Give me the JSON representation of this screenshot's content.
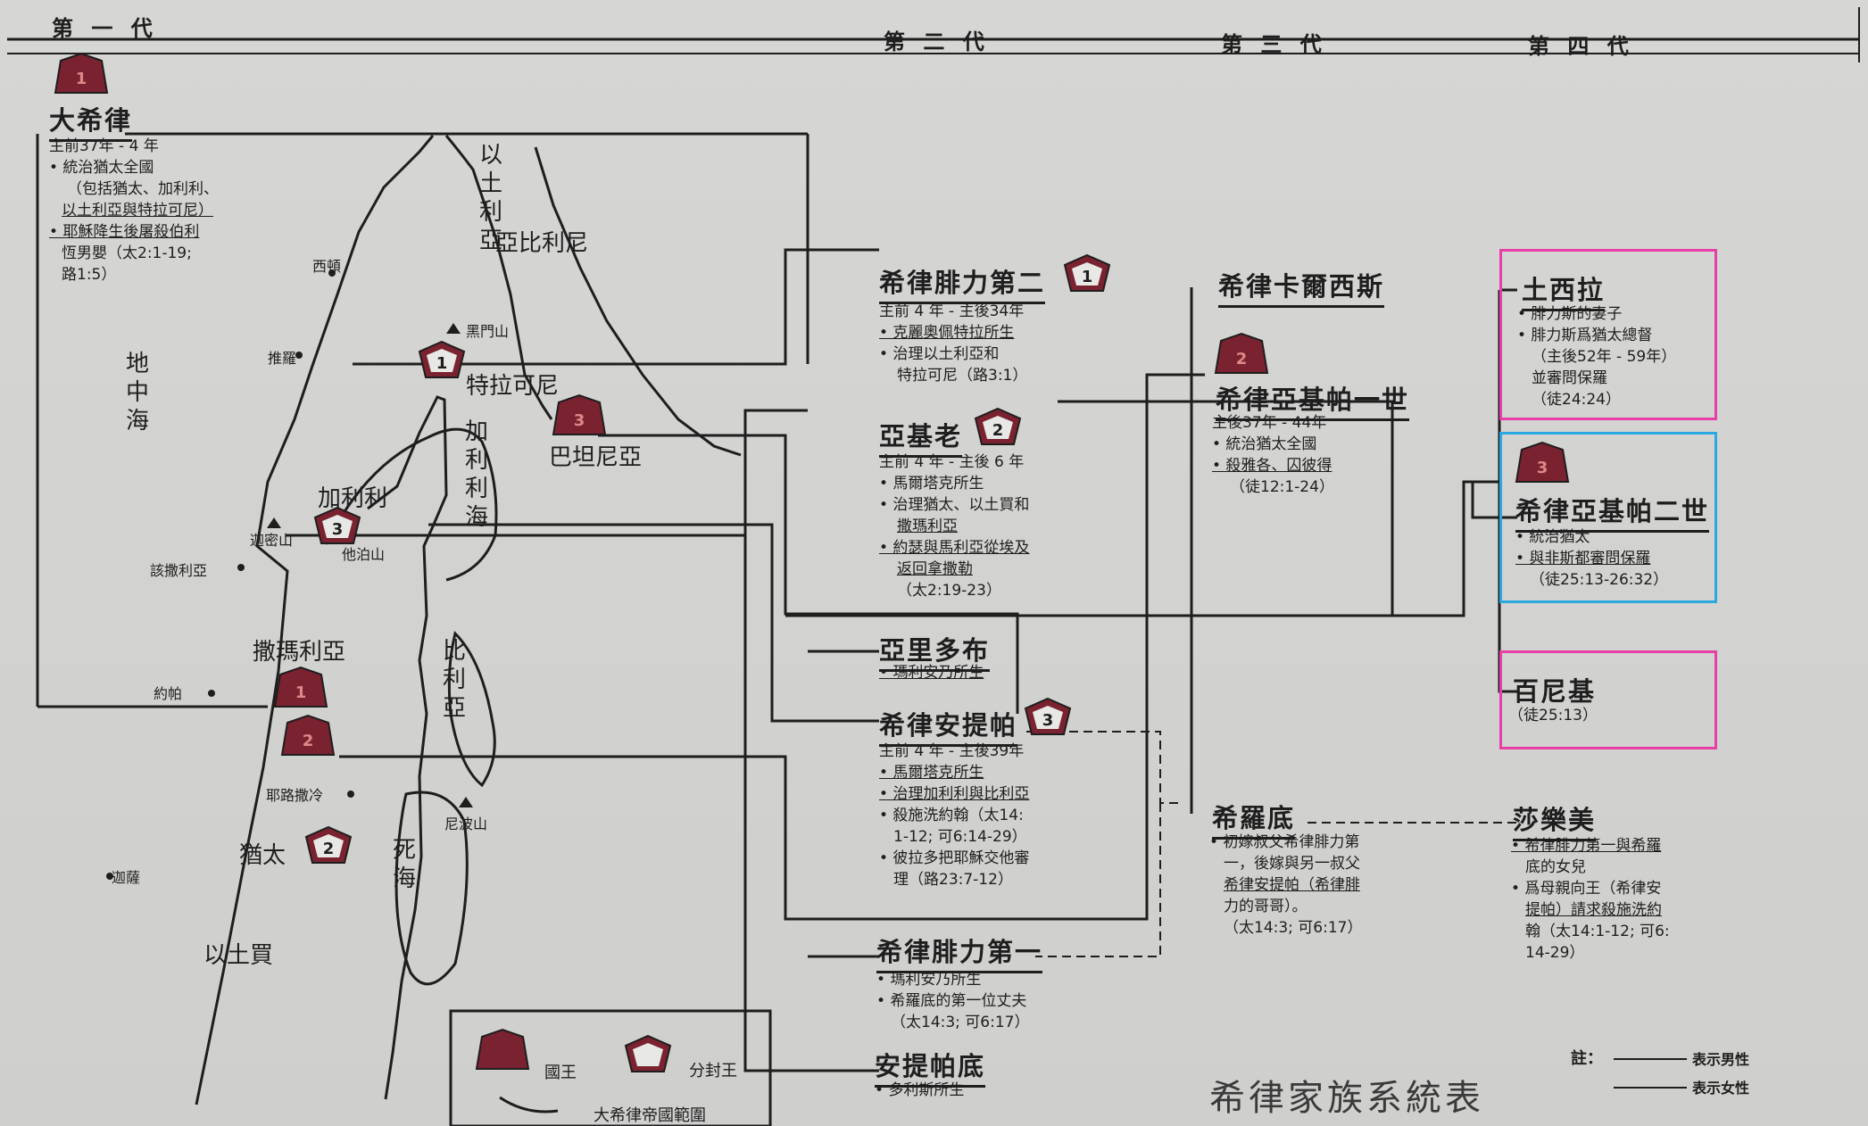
{
  "generations": [
    "第 一 代",
    "第 二 代",
    "第 三 代",
    "第 四 代"
  ],
  "colors": {
    "king": "#7a2230",
    "ink": "#1e1e1e",
    "pink": "#e83ea8",
    "blue": "#2aa8e0"
  },
  "gen1": {
    "badge": "1",
    "name": "大希律",
    "details": [
      "主前37年 - 4 年",
      "• 統治猶太全國",
      "（包括猶太、加利利、",
      "以土利亞與特拉可尼）",
      "• 耶穌降生後屠殺伯利",
      "恆男嬰（太2:1-19;",
      "路1:5）"
    ]
  },
  "gen2": [
    {
      "name": "希律腓力第二",
      "badge": "1",
      "details": [
        "主前 4 年 - 主後34年",
        "• 克麗奧佩特拉所生",
        "• 治理以土利亞和",
        "特拉可尼（路3:1）"
      ]
    },
    {
      "name": "亞基老",
      "badge": "2",
      "details": [
        "主前 4 年 - 主後 6 年",
        "• 馬爾塔克所生",
        "• 治理猶太、以土買和",
        "撒瑪利亞",
        "• 約瑟與馬利亞從埃及",
        "返回拿撒勒",
        "（太2:19-23）"
      ]
    },
    {
      "name": "亞里多布",
      "details": [
        "• 瑪利安乃所生"
      ]
    },
    {
      "name": "希律安提帕",
      "badge": "3",
      "details": [
        "主前 4 年 - 主後39年",
        "• 馬爾塔克所生",
        "• 治理加利利與比利亞",
        "• 殺施洗約翰（太14:",
        "1-12; 可6:14-29）",
        "• 彼拉多把耶穌交他審",
        "理（路23:7-12）"
      ]
    },
    {
      "name": "希律腓力第一",
      "details": [
        "• 瑪利安乃所生",
        "• 希羅底的第一位丈夫",
        "（太14:3; 可6:17）"
      ]
    },
    {
      "name": "安提帕底",
      "details": [
        "• 多利斯所生"
      ]
    }
  ],
  "gen3": [
    {
      "name": "希律卡爾西斯",
      "details": []
    },
    {
      "name": "希律亞基帕一世",
      "badge": "2",
      "details": [
        "主後37年 - 44年",
        "• 統治猶太全國",
        "• 殺雅各、囚彼得",
        "（徒12:1-24）"
      ]
    },
    {
      "name": "希羅底",
      "details": [
        "• 初嫁叔父希律腓力第",
        "一，後嫁與另一叔父",
        "希律安提帕（希律腓",
        "力的哥哥）。",
        "（太14:3; 可6:17）"
      ]
    }
  ],
  "gen4": [
    {
      "name": "土西拉",
      "details": [
        "• 腓力斯的妻子",
        "• 腓力斯爲猶太總督",
        "（主後52年 - 59年）",
        "並審問保羅",
        "（徒24:24）"
      ]
    },
    {
      "name": "希律亞基帕二世",
      "badge": "3",
      "details": [
        "• 統治猶太",
        "• 與非斯都審問保羅",
        "（徒25:13-26:32）"
      ]
    },
    {
      "name": "百尼基",
      "details": [
        "（徒25:13）"
      ]
    },
    {
      "name": "莎樂美",
      "details": [
        "• 希律腓力第一與希羅",
        "底的女兒",
        "• 爲母親向王（希律安",
        "提帕）請求殺施洗約",
        "翰（太14:1-12; 可6:",
        "14-29）"
      ]
    }
  ],
  "map": {
    "regions": [
      "以土利亞",
      "亞比利尼",
      "特拉可尼",
      "巴坦尼亞",
      "加利利",
      "加利利海",
      "撒瑪利亞",
      "比利亞",
      "猶太",
      "死海",
      "以土買",
      "地中海"
    ],
    "places": [
      "西頓",
      "黑門山",
      "推羅",
      "迦密山",
      "他泊山",
      "該撒利亞",
      "約帕",
      "耶路撒冷",
      "尼波山",
      "迦薩"
    ],
    "badges": [
      "1",
      "3",
      "3",
      "1",
      "2",
      "2"
    ]
  },
  "legend": {
    "king": "國王",
    "tetrarch": "分封王",
    "empire": "大希律帝國範圍"
  },
  "title": "希律家族系統表",
  "note": {
    "label": "註：",
    "male": "表示男性",
    "female": "表示女性"
  }
}
